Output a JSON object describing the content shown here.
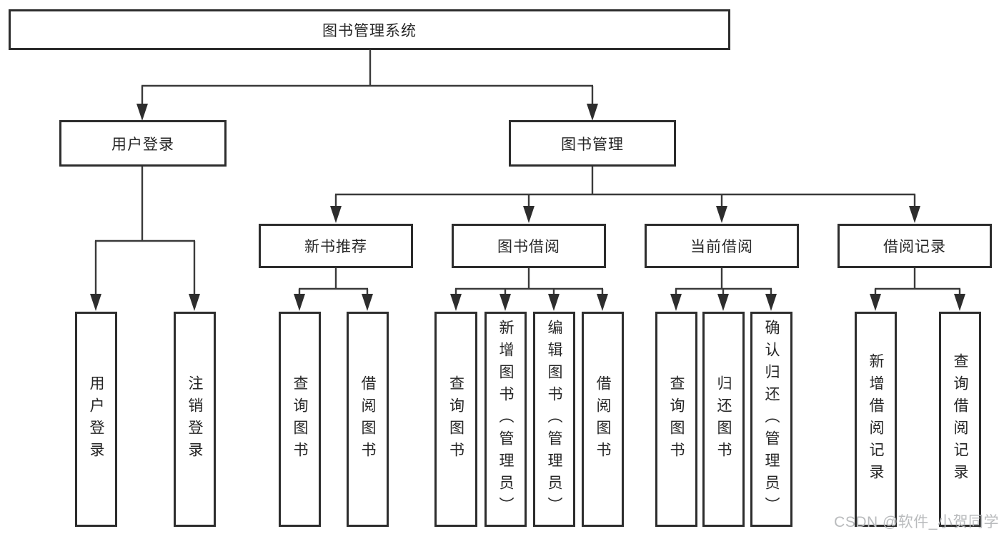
{
  "nodes": {
    "root": {
      "label": "图书管理系统"
    },
    "user_login": {
      "label": "用户登录"
    },
    "book_mgmt": {
      "label": "图书管理"
    },
    "new_book_rec": {
      "label": "新书推荐"
    },
    "book_borrow": {
      "label": "图书借阅"
    },
    "current_borrow": {
      "label": "当前借阅"
    },
    "borrow_records": {
      "label": "借阅记录"
    },
    "leaf_user_login": {
      "label": "用户登录"
    },
    "leaf_logout": {
      "label": "注销登录"
    },
    "leaf_query_books_newrec": {
      "label": "查询图书"
    },
    "leaf_borrow_books_newrec": {
      "label": "借阅图书"
    },
    "leaf_query_books_borrow": {
      "label": "查询图书"
    },
    "leaf_add_books_admin": {
      "label": "新增图书（管理员）"
    },
    "leaf_edit_books_admin": {
      "label": "编辑图书（管理员）"
    },
    "leaf_borrow_books_borrow": {
      "label": "借阅图书"
    },
    "leaf_query_books_current": {
      "label": "查询图书"
    },
    "leaf_return_books": {
      "label": "归还图书"
    },
    "leaf_confirm_return_admin": {
      "label": "确认归还（管理员）"
    },
    "leaf_add_borrow_record": {
      "label": "新增借阅记录"
    },
    "leaf_query_borrow_record": {
      "label": "查询借阅记录"
    }
  },
  "structure": {
    "root_children": [
      "user_login",
      "book_mgmt"
    ],
    "user_login_children": [
      "leaf_user_login",
      "leaf_logout"
    ],
    "book_mgmt_children": [
      "new_book_rec",
      "book_borrow",
      "current_borrow",
      "borrow_records"
    ],
    "new_book_rec_children": [
      "leaf_query_books_newrec",
      "leaf_borrow_books_newrec"
    ],
    "book_borrow_children": [
      "leaf_query_books_borrow",
      "leaf_add_books_admin",
      "leaf_edit_books_admin",
      "leaf_borrow_books_borrow"
    ],
    "current_borrow_children": [
      "leaf_query_books_current",
      "leaf_return_books",
      "leaf_confirm_return_admin"
    ],
    "borrow_records_children": [
      "leaf_add_borrow_record",
      "leaf_query_borrow_record"
    ]
  },
  "watermark": {
    "text": "CSDN @软件_小贺同学"
  },
  "colors": {
    "background": "#ffffff",
    "box_border": "#2d2d2d",
    "line": "#3a3a3a",
    "text": "#262626",
    "watermark": "#b9bbbd"
  }
}
